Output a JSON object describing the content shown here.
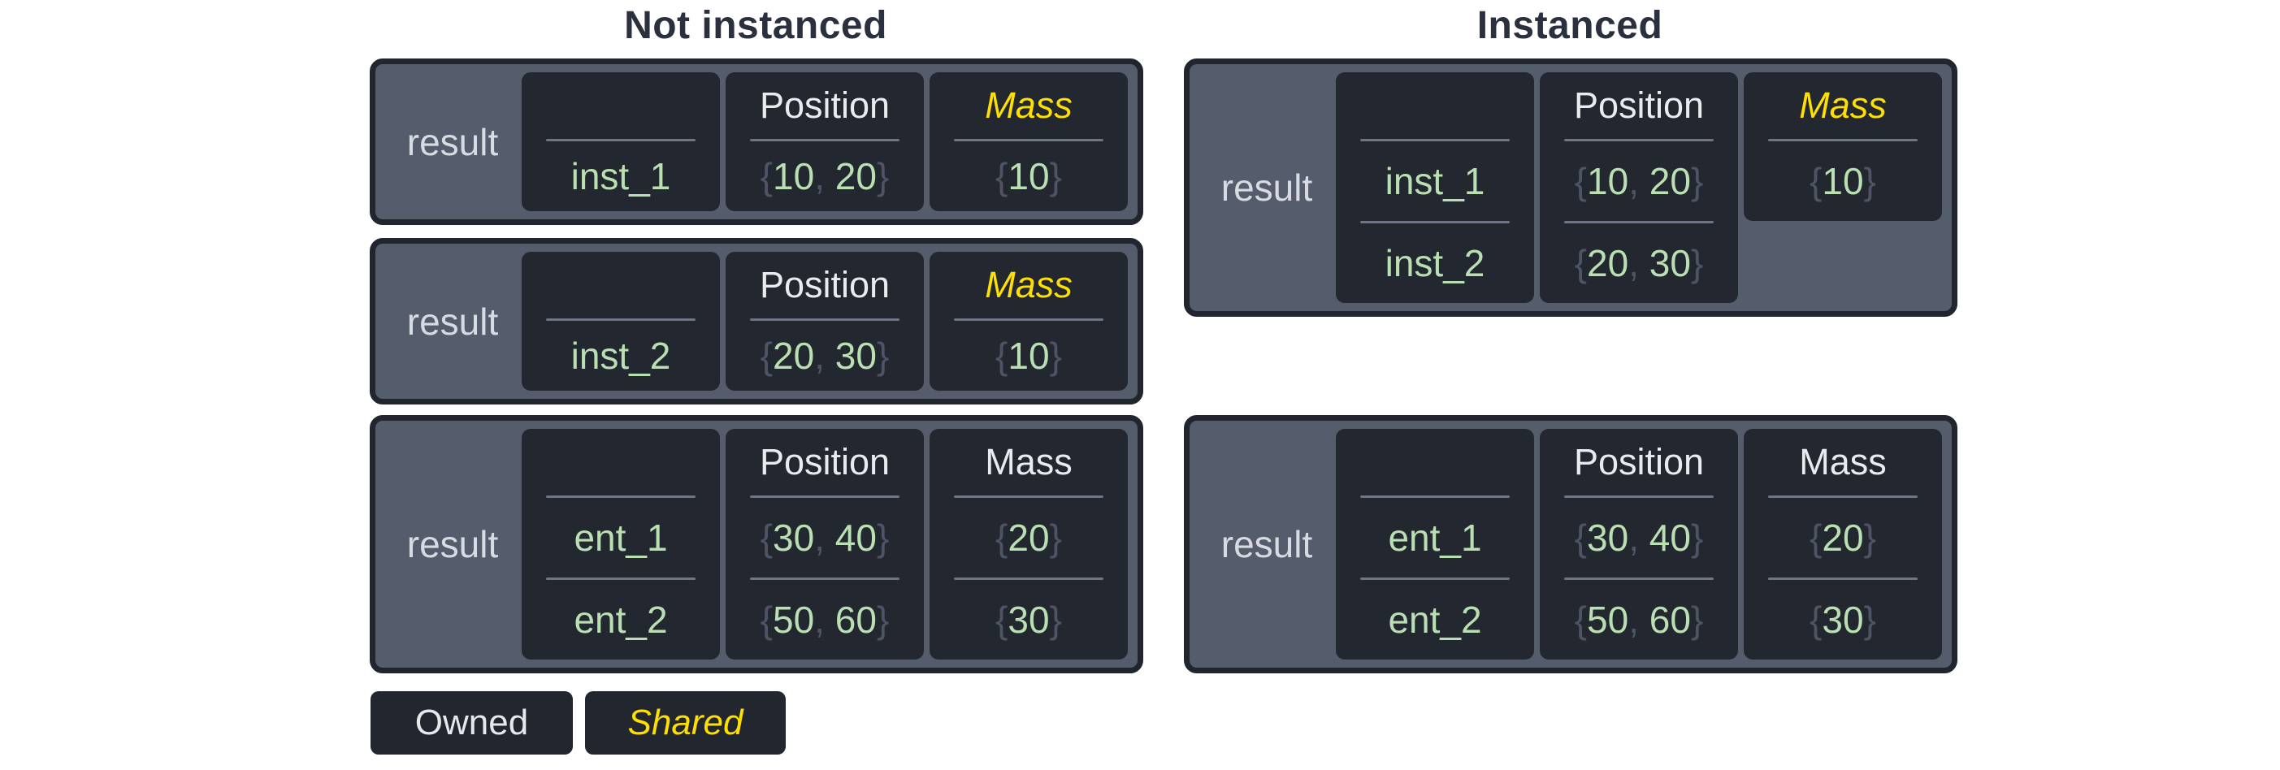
{
  "titles": {
    "left": "Not instanced",
    "right": "Instanced"
  },
  "legend": {
    "owned": "Owned",
    "shared": "Shared"
  },
  "colors": {
    "title_text": "#2a303d",
    "box_background": "#555c6b",
    "box_border": "#21252d",
    "cell_background": "#23272f",
    "divider": "#6f7585",
    "label_text": "#d8dbe1",
    "header_text": "#e9ebee",
    "shared_text": "#ffdf00",
    "value_text": "#b9dfb2",
    "brace_text": "#4e5464"
  },
  "boxes": [
    {
      "id": "not-instanced-1",
      "group": "not-instanced",
      "label": "result",
      "columns": [
        {
          "header": "",
          "shared": false,
          "rows": [
            "inst_1"
          ]
        },
        {
          "header": "Position",
          "shared": false,
          "rows": [
            [
              10,
              20
            ]
          ]
        },
        {
          "header": "Mass",
          "shared": true,
          "rows": [
            [
              10
            ]
          ]
        }
      ]
    },
    {
      "id": "not-instanced-2",
      "group": "not-instanced",
      "label": "result",
      "columns": [
        {
          "header": "",
          "shared": false,
          "rows": [
            "inst_2"
          ]
        },
        {
          "header": "Position",
          "shared": false,
          "rows": [
            [
              20,
              30
            ]
          ]
        },
        {
          "header": "Mass",
          "shared": true,
          "rows": [
            [
              10
            ]
          ]
        }
      ]
    },
    {
      "id": "not-instanced-3",
      "group": "not-instanced",
      "label": "result",
      "columns": [
        {
          "header": "",
          "shared": false,
          "rows": [
            "ent_1",
            "ent_2"
          ]
        },
        {
          "header": "Position",
          "shared": false,
          "rows": [
            [
              30,
              40
            ],
            [
              50,
              60
            ]
          ]
        },
        {
          "header": "Mass",
          "shared": false,
          "rows": [
            [
              20
            ],
            [
              30
            ]
          ]
        }
      ]
    },
    {
      "id": "instanced-1",
      "group": "instanced",
      "label": "result",
      "columns": [
        {
          "header": "",
          "shared": false,
          "rows": [
            "inst_1",
            "inst_2"
          ]
        },
        {
          "header": "Position",
          "shared": false,
          "rows": [
            [
              10,
              20
            ],
            [
              20,
              30
            ]
          ]
        },
        {
          "header": "Mass",
          "shared": true,
          "rows": [
            [
              10
            ]
          ]
        }
      ]
    },
    {
      "id": "instanced-2",
      "group": "instanced",
      "label": "result",
      "columns": [
        {
          "header": "",
          "shared": false,
          "rows": [
            "ent_1",
            "ent_2"
          ]
        },
        {
          "header": "Position",
          "shared": false,
          "rows": [
            [
              30,
              40
            ],
            [
              50,
              60
            ]
          ]
        },
        {
          "header": "Mass",
          "shared": false,
          "rows": [
            [
              20
            ],
            [
              30
            ]
          ]
        }
      ]
    }
  ]
}
